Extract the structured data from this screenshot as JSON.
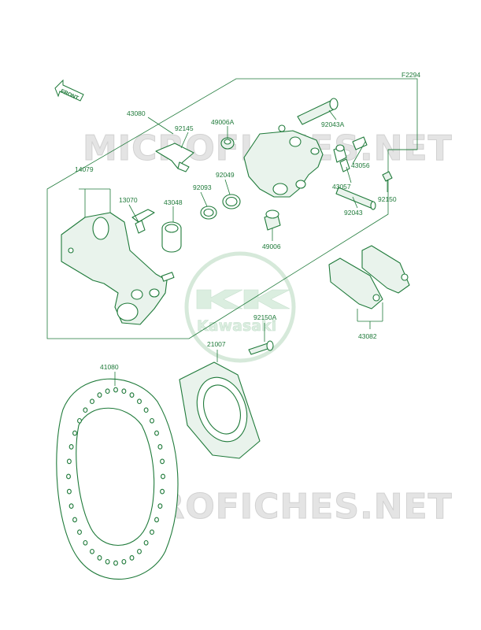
{
  "figure_code": "F2294",
  "direction_label": "FRONT",
  "watermark_text": "MICROFICHES.NET",
  "logo_text": "Kawasaki",
  "colors": {
    "line": "#1f7a3a",
    "watermark": "#e4e4e4",
    "logo": "#dbeee0"
  },
  "parts": {
    "p43080": "43080",
    "p92145": "92145",
    "p49006A": "49006A",
    "p92043A": "92043A",
    "p43056": "43056",
    "p14079": "14079",
    "p13070": "13070",
    "p43048": "43048",
    "p92093": "92093",
    "p92049": "92049",
    "p43057": "43057",
    "p92150": "92150",
    "p92043": "92043",
    "p49006": "49006",
    "p92150A": "92150A",
    "p21007": "21007",
    "p41080": "41080",
    "p43082": "43082"
  }
}
